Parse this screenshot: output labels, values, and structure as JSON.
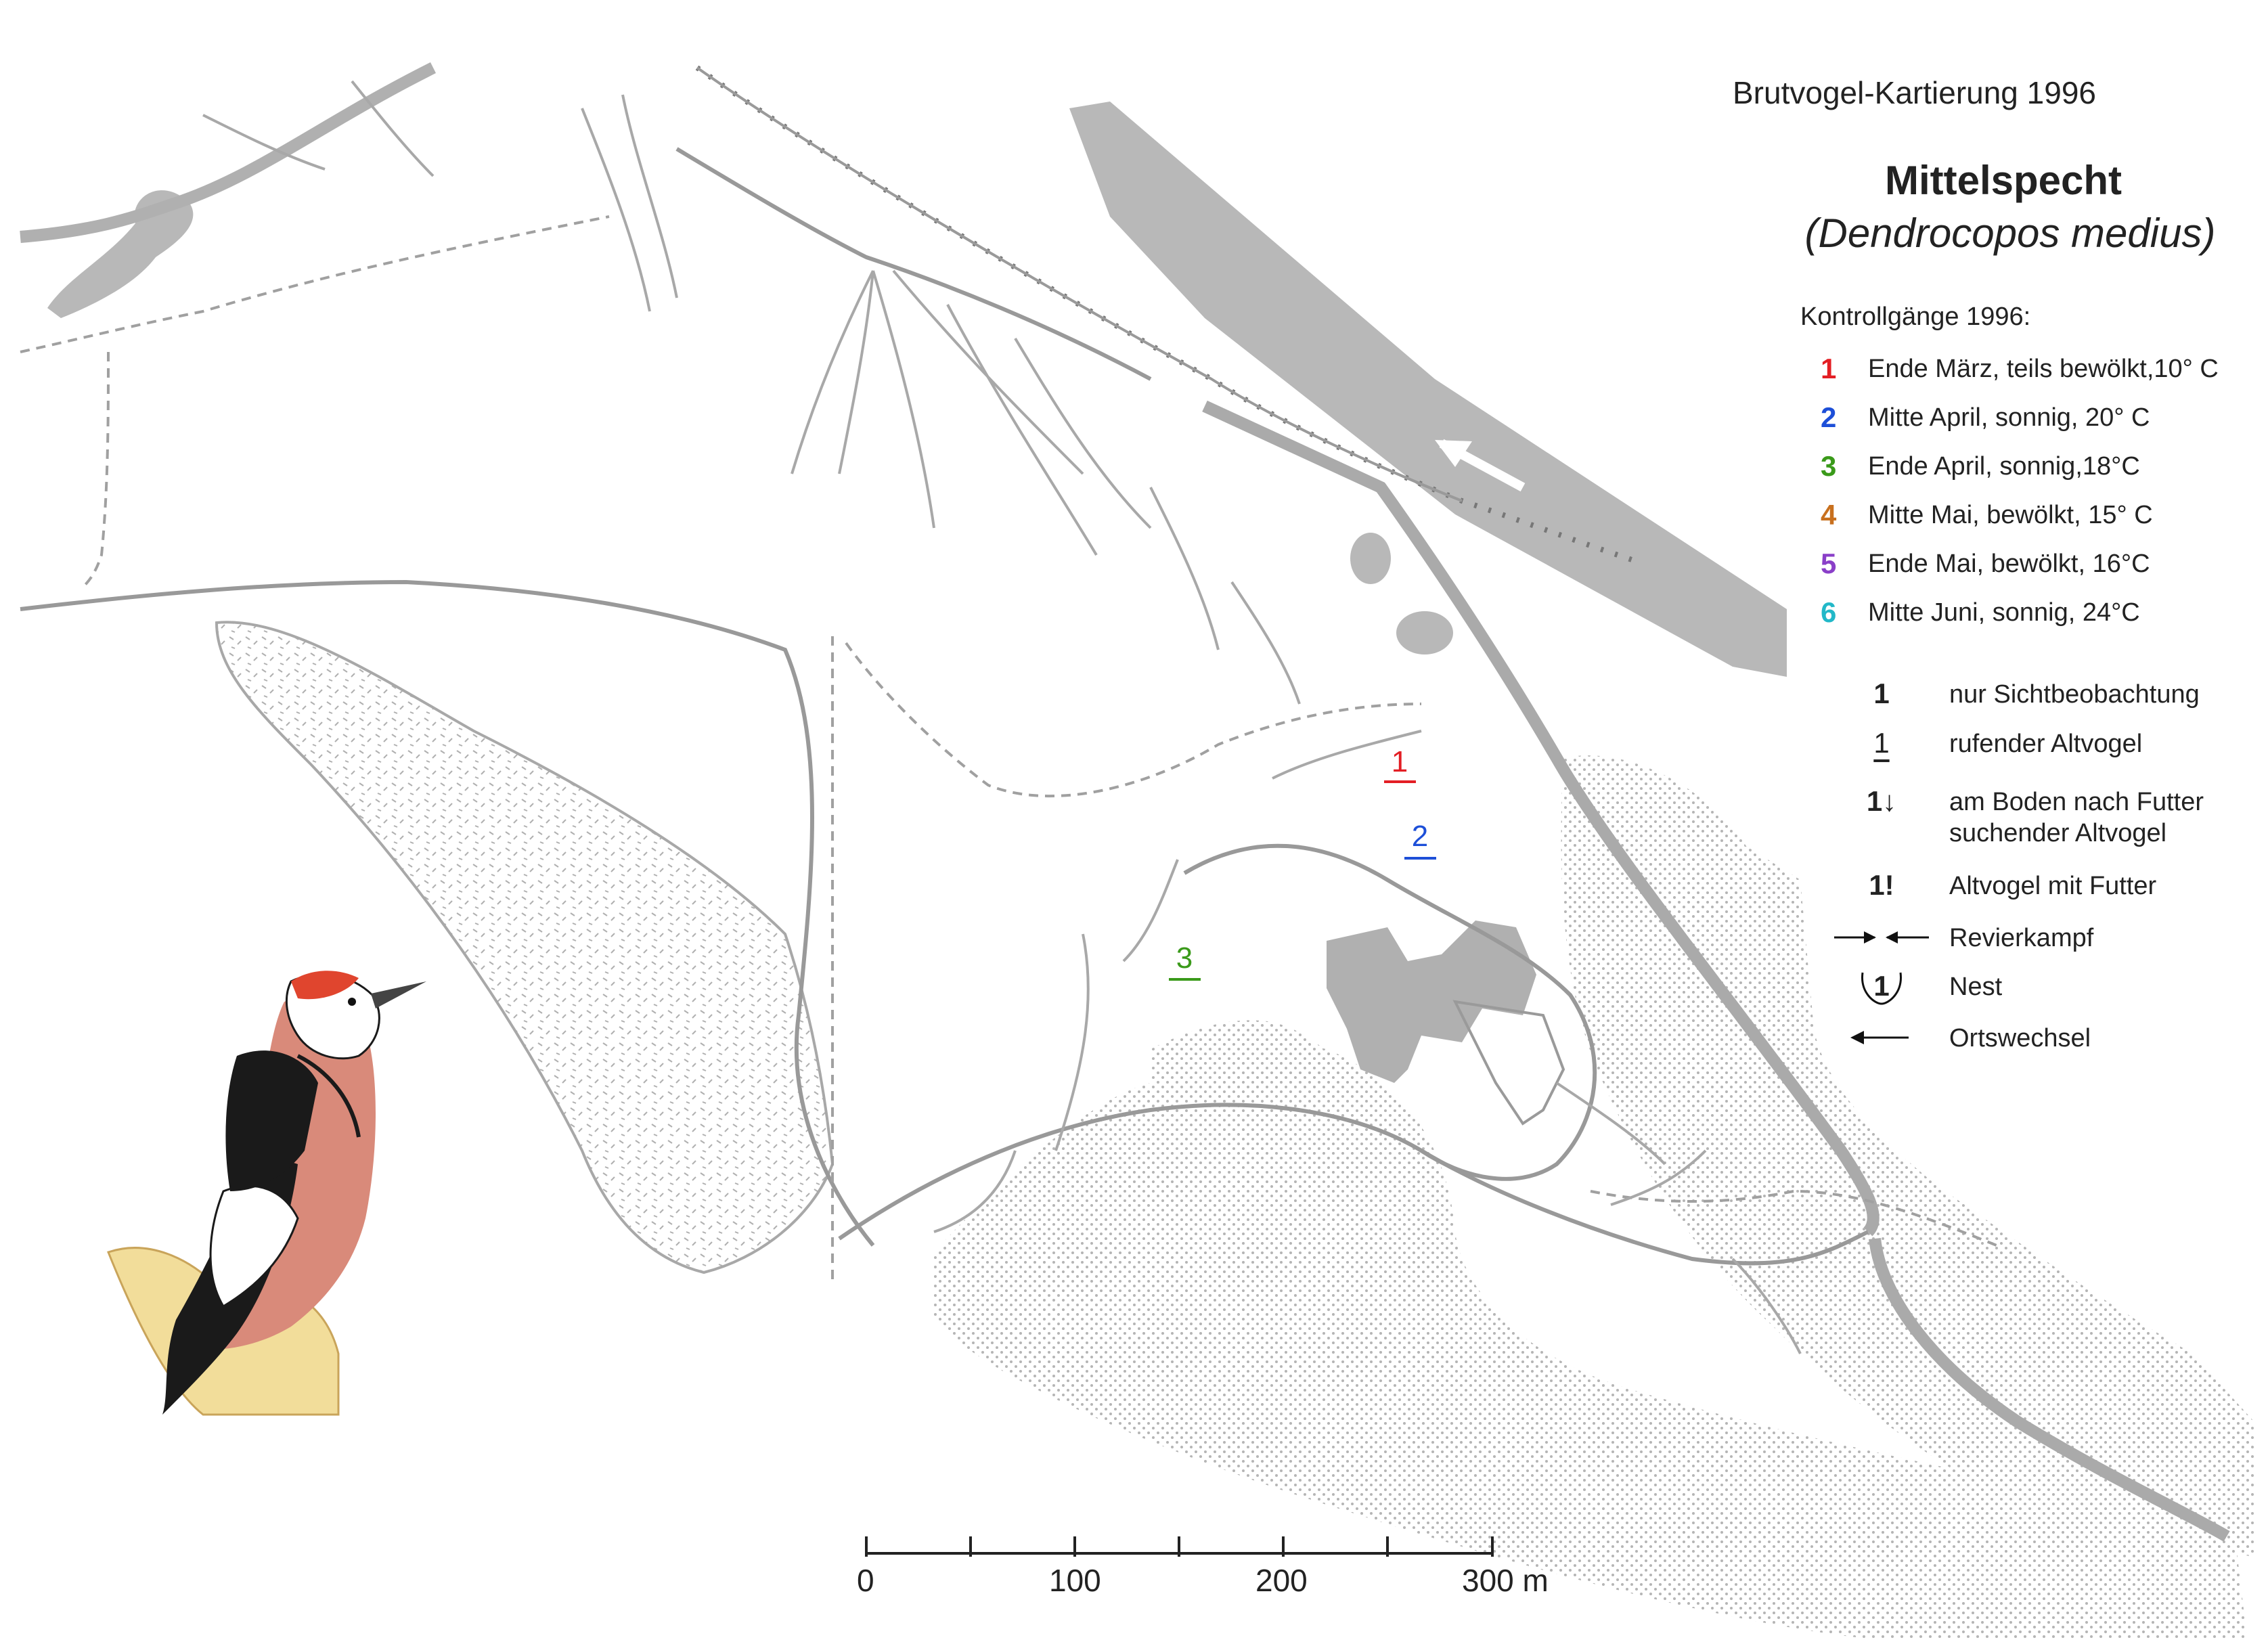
{
  "header": {
    "survey_title": "Brutvogel-Kartierung 1996",
    "species_name": "Mittelspecht",
    "species_latin": "(Dendrocopos medius)"
  },
  "control_walks": {
    "title": "Kontrollgänge 1996:",
    "items": [
      {
        "num": "1",
        "label": "Ende März, teils bewölkt,10° C",
        "color": "#e31e24"
      },
      {
        "num": "2",
        "label": "Mitte April, sonnig, 20° C",
        "color": "#1d4fd8"
      },
      {
        "num": "3",
        "label": "Ende April, sonnig,18°C",
        "color": "#3a9a1a"
      },
      {
        "num": "4",
        "label": "Mitte Mai, bewölkt, 15° C",
        "color": "#c8701e"
      },
      {
        "num": "5",
        "label": "Ende Mai, bewölkt, 16°C",
        "color": "#8a3fc8"
      },
      {
        "num": "6",
        "label": "Mitte Juni, sonnig, 24°C",
        "color": "#22b8c8"
      }
    ]
  },
  "symbols": {
    "items": [
      {
        "symbol": "1",
        "label": "nur Sichtbeobachtung"
      },
      {
        "symbol": "1",
        "label": "rufender Altvogel"
      },
      {
        "symbol": "1↓",
        "label": "am Boden nach Futter",
        "label2": "suchender Altvogel"
      },
      {
        "symbol": "1!",
        "label": "Altvogel mit Futter"
      },
      {
        "symbol": "",
        "label": "Revierkampf"
      },
      {
        "symbol": "1",
        "label": "Nest"
      },
      {
        "symbol": "",
        "label": "Ortswechsel"
      }
    ]
  },
  "observations": [
    {
      "num": "1",
      "walk": 1,
      "type": "rufender Altvogel"
    },
    {
      "num": "2",
      "walk": 2,
      "type": "rufender Altvogel"
    },
    {
      "num": "3",
      "walk": 3,
      "type": "rufender Altvogel"
    }
  ],
  "scale_bar": {
    "labels": [
      "0",
      "100",
      "200",
      "300 m"
    ]
  },
  "colors": {
    "map_gray": "#b8b8b8",
    "line_gray": "#9a9a9a",
    "text": "#222222"
  }
}
